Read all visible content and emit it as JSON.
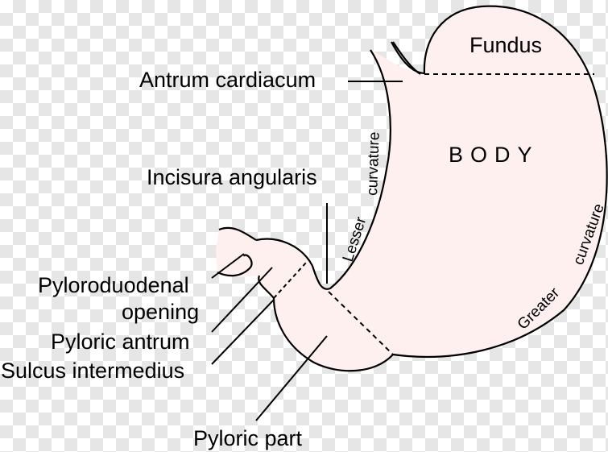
{
  "labels": {
    "fundus": "Fundus",
    "antrum_cardiacum": "Antrum cardiacum",
    "body": "BODY",
    "incisura_angularis": "Incisura angularis",
    "lesser_curvature_1": "Lesser",
    "lesser_curvature_2": "curvature",
    "greater_curvature_1": "Greater",
    "greater_curvature_2": "curvature",
    "pyloroduodenal_1": "Pyloroduodenal",
    "pyloroduodenal_2": "opening",
    "pyloric_antrum": "Pyloric antrum",
    "sulcus_intermedius": "Sulcus intermedius",
    "pyloric_part": "Pyloric part"
  },
  "colors": {
    "stomach_fill": "#fdf0ef",
    "outline": "#000000",
    "checker": "#e6e6e6"
  }
}
